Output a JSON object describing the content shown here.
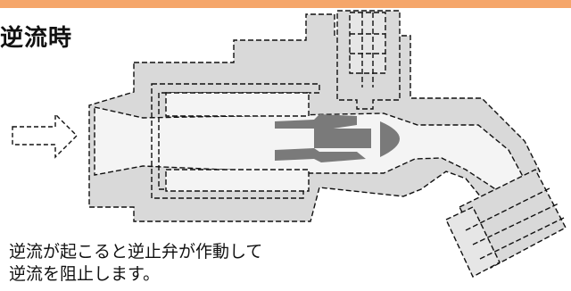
{
  "title": "逆流時",
  "caption": {
    "line1": "逆流が起こると逆止弁が作動して",
    "line2": "逆流を阻止します。"
  },
  "icons": {
    "flow_arrow": "dashed-right-arrow-icon"
  },
  "colors": {
    "top_band": "#f5a66a",
    "body_fill": "#d9d9d9",
    "passage_fill": "#f4f4f4",
    "valve_fill": "#7a7a7a",
    "outline": "#111111",
    "text": "#111111"
  }
}
